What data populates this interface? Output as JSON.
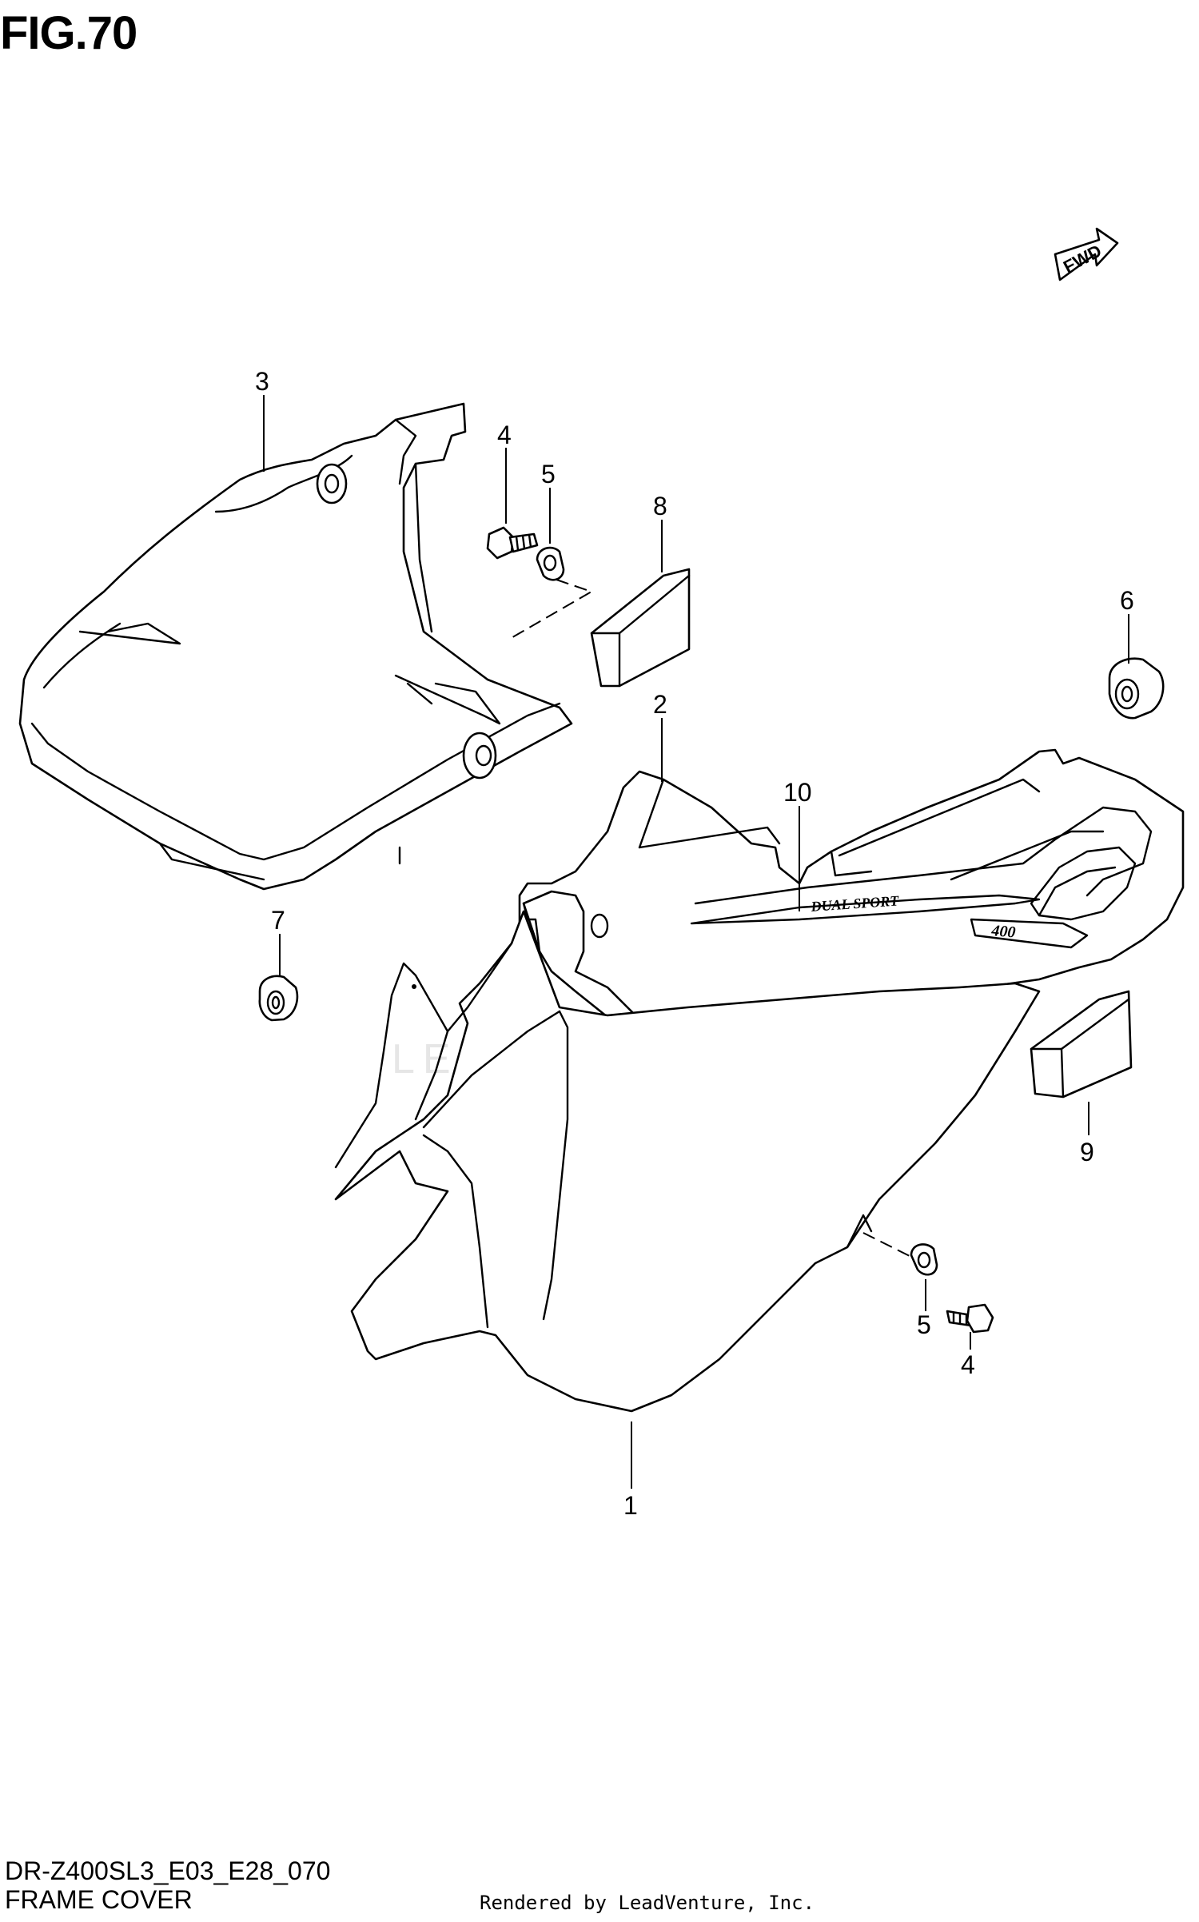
{
  "figure": {
    "title": "FIG.70"
  },
  "footer": {
    "code": "DR-Z400SL3_E03_E28_070",
    "caption": "FRAME COVER",
    "credit": "Rendered by LeadVenture, Inc."
  },
  "watermark": "LEADVENTURE",
  "fwd_label": "FWD",
  "decal": {
    "text1": "DUAL SPORT",
    "text2": "400"
  },
  "callouts": {
    "c1": "1",
    "c2": "2",
    "c3": "3",
    "c4a": "4",
    "c4b": "4",
    "c5a": "5",
    "c5b": "5",
    "c6": "6",
    "c7": "7",
    "c8": "8",
    "c9": "9",
    "c10": "10"
  }
}
